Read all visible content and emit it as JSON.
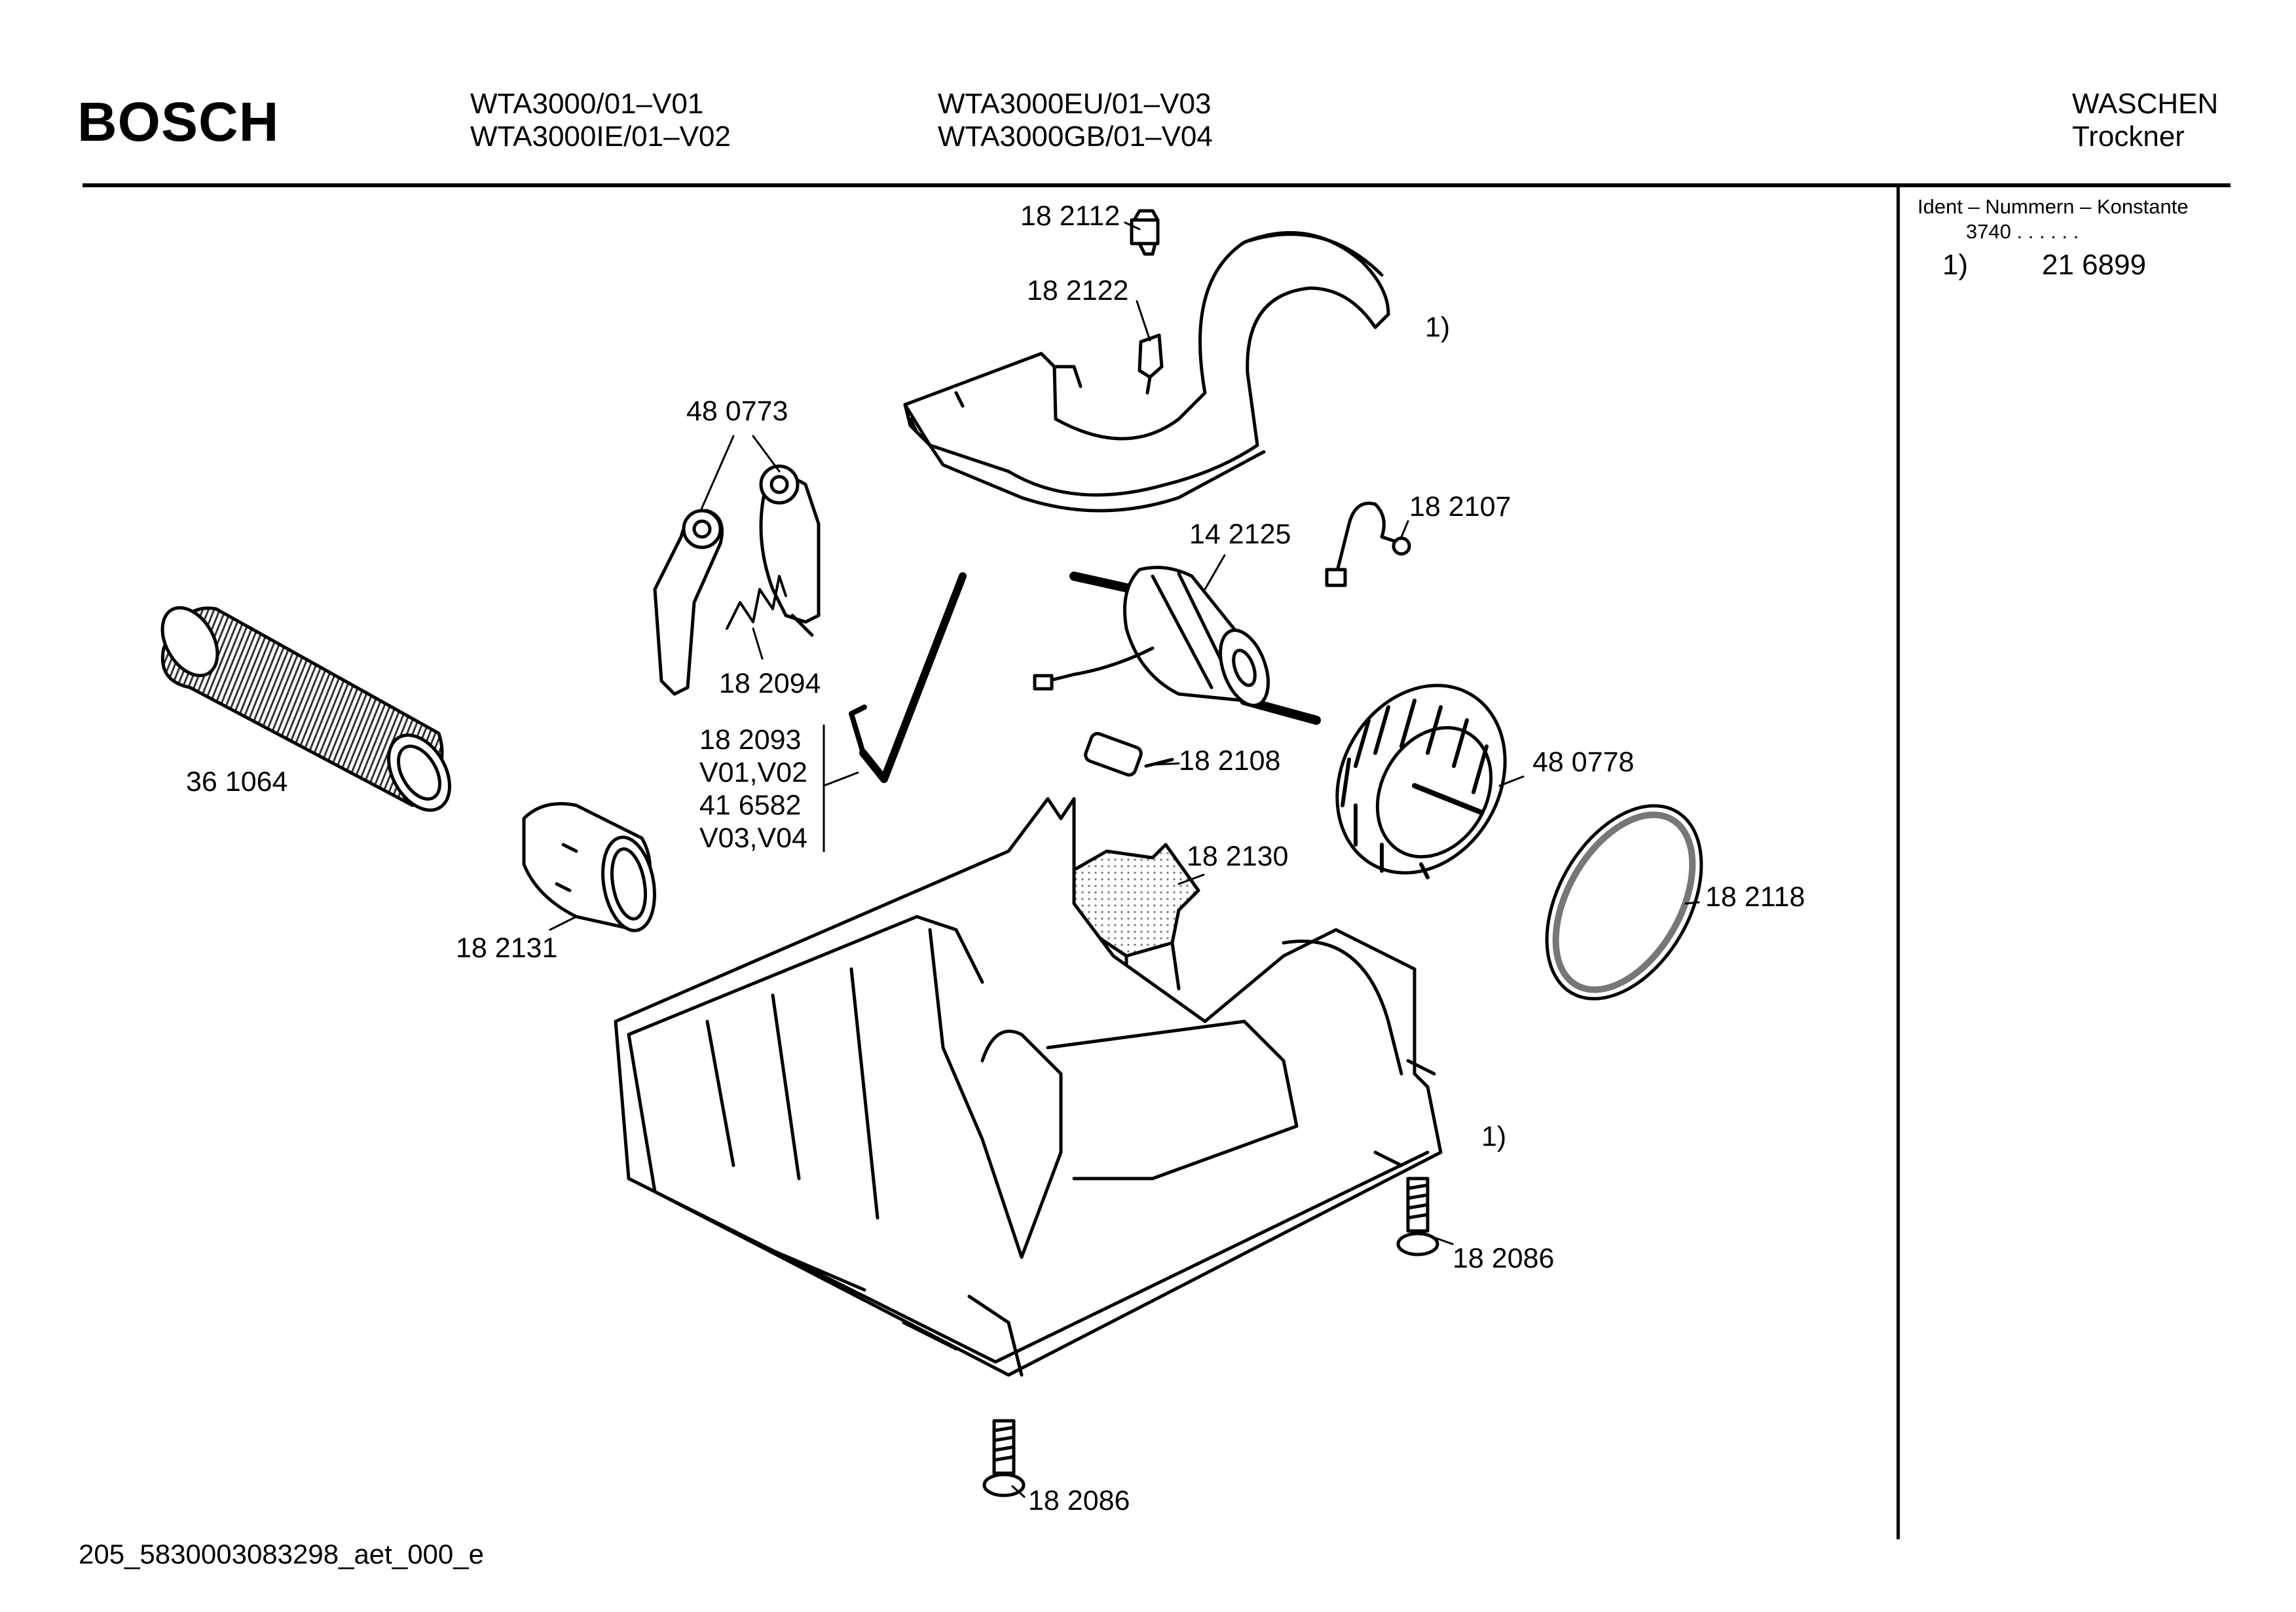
{
  "header": {
    "brand": "BOSCH",
    "models": [
      "WTA3000/01–V01",
      "WTA3000IE/01–V02",
      "WTA3000EU/01–V03",
      "WTA3000GB/01–V04"
    ],
    "category": "WASCHEN",
    "subcategory": "Trockner"
  },
  "side_panel": {
    "title": "Ident – Nummern – Konstante",
    "constant": "3740 . .  . . . .",
    "entries": [
      {
        "key": "1)",
        "value": "21 6899"
      }
    ]
  },
  "callouts": {
    "c182112": "18 2112",
    "c182122": "18 2122",
    "note_top": "1)",
    "c480773": "48 0773",
    "c182107": "18 2107",
    "c142125": "14 2125",
    "c182094": "18 2094",
    "c182093": "18 2093",
    "v01v02": "V01,V02",
    "c416582": "41 6582",
    "v03v04": "V03,V04",
    "c361064": "36 1064",
    "c182108": "18 2108",
    "c480778": "48 0778",
    "c182130": "18 2130",
    "c182118": "18 2118",
    "c182131": "18 2131",
    "note_bottom": "1)",
    "c182086a": "18 2086",
    "c182086b": "18 2086"
  },
  "footer": {
    "code": "205_5830003083298_aet_000_e"
  }
}
